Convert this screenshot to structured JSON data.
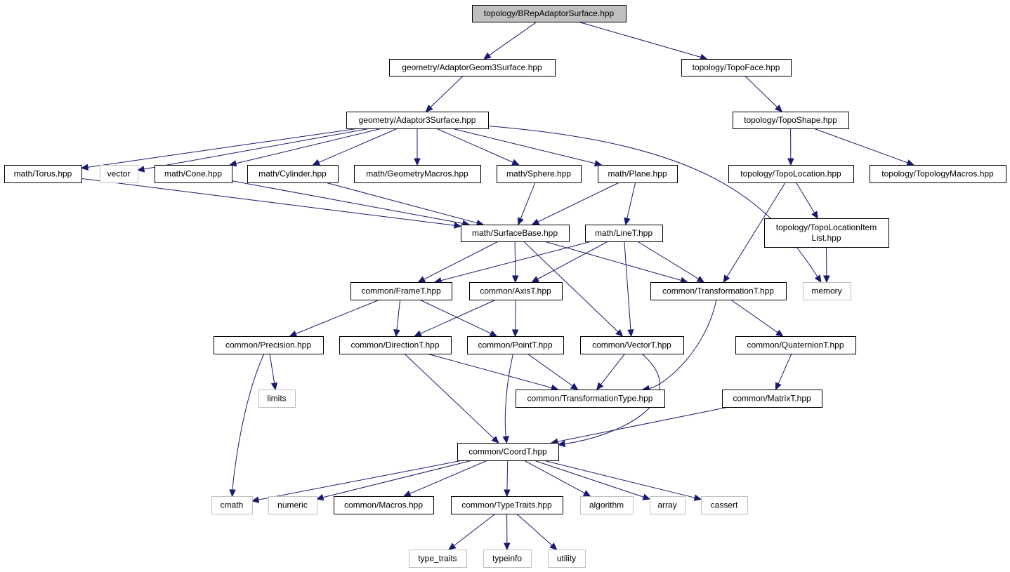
{
  "colors": {
    "edge": "#191970",
    "root_fill": "#bfbfbf",
    "node_border": "#000000",
    "external_border": "#bfbfbf"
  },
  "nodes": [
    {
      "id": "root",
      "lines": [
        "topology/BRepAdaptorSurface.hpp"
      ],
      "kind": "root"
    },
    {
      "id": "geom3surf",
      "lines": [
        "geometry/AdaptorGeom3Surface.hpp"
      ],
      "kind": "normal"
    },
    {
      "id": "topoface",
      "lines": [
        "topology/TopoFace.hpp"
      ],
      "kind": "normal"
    },
    {
      "id": "adaptor3",
      "lines": [
        "geometry/Adaptor3Surface.hpp"
      ],
      "kind": "normal"
    },
    {
      "id": "toposhape",
      "lines": [
        "topology/TopoShape.hpp"
      ],
      "kind": "normal"
    },
    {
      "id": "torus",
      "lines": [
        "math/Torus.hpp"
      ],
      "kind": "normal"
    },
    {
      "id": "vector",
      "lines": [
        "vector"
      ],
      "kind": "external"
    },
    {
      "id": "cone",
      "lines": [
        "math/Cone.hpp"
      ],
      "kind": "normal"
    },
    {
      "id": "cylinder",
      "lines": [
        "math/Cylinder.hpp"
      ],
      "kind": "normal"
    },
    {
      "id": "geommacros",
      "lines": [
        "math/GeometryMacros.hpp"
      ],
      "kind": "normal"
    },
    {
      "id": "sphere",
      "lines": [
        "math/Sphere.hpp"
      ],
      "kind": "normal"
    },
    {
      "id": "plane",
      "lines": [
        "math/Plane.hpp"
      ],
      "kind": "normal"
    },
    {
      "id": "topoloc",
      "lines": [
        "topology/TopoLocation.hpp"
      ],
      "kind": "normal"
    },
    {
      "id": "topomacros",
      "lines": [
        "topology/TopologyMacros.hpp"
      ],
      "kind": "normal"
    },
    {
      "id": "surfbase",
      "lines": [
        "math/SurfaceBase.hpp"
      ],
      "kind": "normal"
    },
    {
      "id": "linet",
      "lines": [
        "math/LineT.hpp"
      ],
      "kind": "normal"
    },
    {
      "id": "toploclist",
      "lines": [
        "topology/TopoLocationItem",
        "List.hpp"
      ],
      "kind": "normal"
    },
    {
      "id": "framet",
      "lines": [
        "common/FrameT.hpp"
      ],
      "kind": "normal"
    },
    {
      "id": "axist",
      "lines": [
        "common/AxisT.hpp"
      ],
      "kind": "normal"
    },
    {
      "id": "transt",
      "lines": [
        "common/TransformationT.hpp"
      ],
      "kind": "normal"
    },
    {
      "id": "memory",
      "lines": [
        "memory"
      ],
      "kind": "external"
    },
    {
      "id": "precision",
      "lines": [
        "common/Precision.hpp"
      ],
      "kind": "normal"
    },
    {
      "id": "directiont",
      "lines": [
        "common/DirectionT.hpp"
      ],
      "kind": "normal"
    },
    {
      "id": "pointt",
      "lines": [
        "common/PointT.hpp"
      ],
      "kind": "normal"
    },
    {
      "id": "vectort",
      "lines": [
        "common/VectorT.hpp"
      ],
      "kind": "normal"
    },
    {
      "id": "quatt",
      "lines": [
        "common/QuaternionT.hpp"
      ],
      "kind": "normal"
    },
    {
      "id": "limits",
      "lines": [
        "limits"
      ],
      "kind": "external"
    },
    {
      "id": "transtype",
      "lines": [
        "common/TransformationType.hpp"
      ],
      "kind": "normal"
    },
    {
      "id": "matrixt",
      "lines": [
        "common/MatrixT.hpp"
      ],
      "kind": "normal"
    },
    {
      "id": "coordt",
      "lines": [
        "common/CoordT.hpp"
      ],
      "kind": "normal"
    },
    {
      "id": "cmath",
      "lines": [
        "cmath"
      ],
      "kind": "external"
    },
    {
      "id": "numeric",
      "lines": [
        "numeric"
      ],
      "kind": "external"
    },
    {
      "id": "macros",
      "lines": [
        "common/Macros.hpp"
      ],
      "kind": "normal"
    },
    {
      "id": "typetraits",
      "lines": [
        "common/TypeTraits.hpp"
      ],
      "kind": "normal"
    },
    {
      "id": "algorithm",
      "lines": [
        "algorithm"
      ],
      "kind": "external"
    },
    {
      "id": "array",
      "lines": [
        "array"
      ],
      "kind": "external"
    },
    {
      "id": "cassert",
      "lines": [
        "cassert"
      ],
      "kind": "external"
    },
    {
      "id": "type_traits",
      "lines": [
        "type_traits"
      ],
      "kind": "external"
    },
    {
      "id": "typeinfo",
      "lines": [
        "typeinfo"
      ],
      "kind": "external"
    },
    {
      "id": "utility",
      "lines": [
        "utility"
      ],
      "kind": "external"
    }
  ],
  "edges": [
    [
      "root",
      "geom3surf"
    ],
    [
      "root",
      "topoface"
    ],
    [
      "geom3surf",
      "adaptor3"
    ],
    [
      "topoface",
      "toposhape"
    ],
    [
      "adaptor3",
      "torus"
    ],
    [
      "adaptor3",
      "vector"
    ],
    [
      "adaptor3",
      "cone"
    ],
    [
      "adaptor3",
      "cylinder"
    ],
    [
      "adaptor3",
      "geommacros"
    ],
    [
      "adaptor3",
      "sphere"
    ],
    [
      "adaptor3",
      "plane"
    ],
    [
      "adaptor3",
      "memory"
    ],
    [
      "toposhape",
      "topoloc"
    ],
    [
      "toposhape",
      "topomacros"
    ],
    [
      "torus",
      "surfbase"
    ],
    [
      "cone",
      "surfbase"
    ],
    [
      "cylinder",
      "surfbase"
    ],
    [
      "sphere",
      "surfbase"
    ],
    [
      "plane",
      "surfbase"
    ],
    [
      "plane",
      "linet"
    ],
    [
      "topoloc",
      "toploclist"
    ],
    [
      "topoloc",
      "transt"
    ],
    [
      "toploclist",
      "memory"
    ],
    [
      "surfbase",
      "framet"
    ],
    [
      "surfbase",
      "axist"
    ],
    [
      "surfbase",
      "vectort"
    ],
    [
      "surfbase",
      "transt"
    ],
    [
      "linet",
      "framet"
    ],
    [
      "linet",
      "axist"
    ],
    [
      "linet",
      "vectort"
    ],
    [
      "linet",
      "transt"
    ],
    [
      "framet",
      "precision"
    ],
    [
      "framet",
      "directiont"
    ],
    [
      "framet",
      "pointt"
    ],
    [
      "axist",
      "directiont"
    ],
    [
      "axist",
      "pointt"
    ],
    [
      "transt",
      "transtype"
    ],
    [
      "transt",
      "quatt"
    ],
    [
      "precision",
      "limits"
    ],
    [
      "precision",
      "cmath"
    ],
    [
      "directiont",
      "transtype"
    ],
    [
      "directiont",
      "coordt"
    ],
    [
      "pointt",
      "transtype"
    ],
    [
      "pointt",
      "coordt"
    ],
    [
      "vectort",
      "transtype"
    ],
    [
      "vectort",
      "coordt"
    ],
    [
      "quatt",
      "matrixt"
    ],
    [
      "matrixt",
      "coordt"
    ],
    [
      "coordt",
      "cmath"
    ],
    [
      "coordt",
      "numeric"
    ],
    [
      "coordt",
      "macros"
    ],
    [
      "coordt",
      "typetraits"
    ],
    [
      "coordt",
      "algorithm"
    ],
    [
      "coordt",
      "array"
    ],
    [
      "coordt",
      "cassert"
    ],
    [
      "typetraits",
      "type_traits"
    ],
    [
      "typetraits",
      "typeinfo"
    ],
    [
      "typetraits",
      "utility"
    ]
  ]
}
